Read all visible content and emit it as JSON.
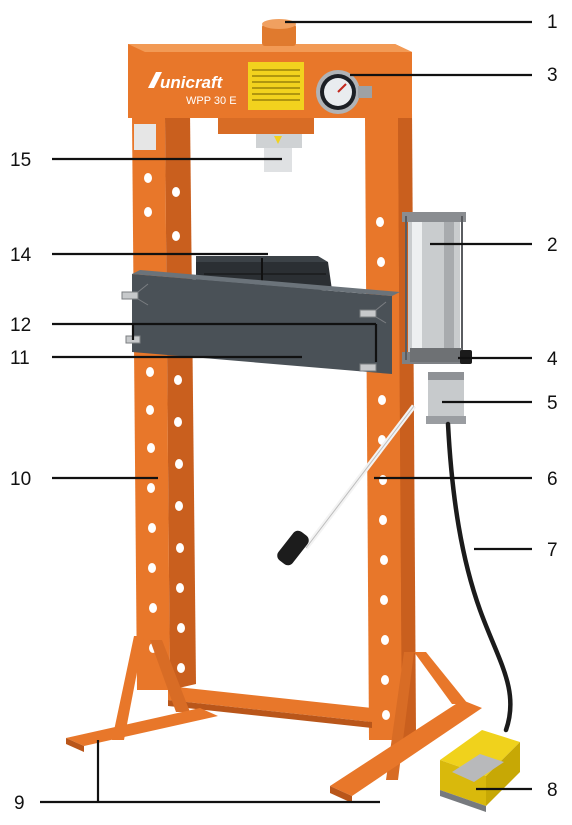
{
  "product": {
    "brand": "unicraft",
    "model": "WPP 30 E"
  },
  "callouts": [
    "1",
    "2",
    "3",
    "4",
    "5",
    "6",
    "7",
    "8",
    "9",
    "10",
    "11",
    "12",
    "14",
    "15"
  ],
  "colors": {
    "frame": "#e8772a",
    "frame_shadow": "#b9561a",
    "bolster": "#4a5157",
    "pump_cylinder": "#c9ccce",
    "foot_pedal": "#f0d21c",
    "hose": "#1b1b1b"
  }
}
